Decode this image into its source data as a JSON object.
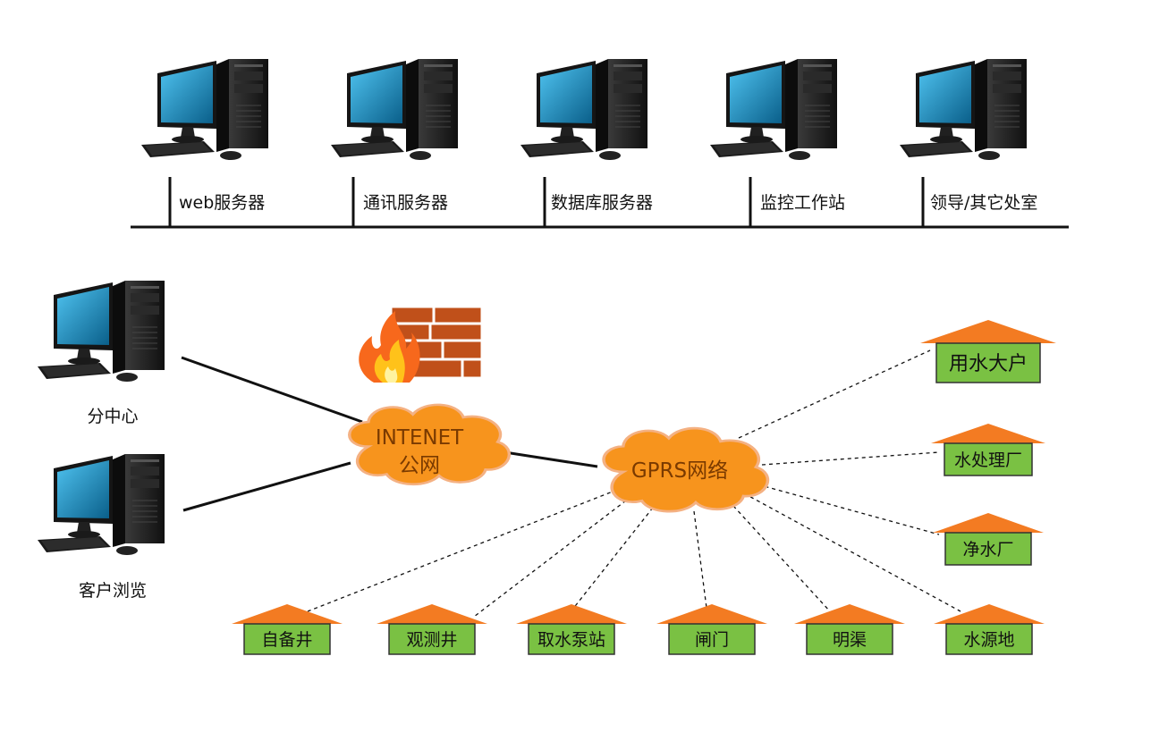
{
  "colors": {
    "cloud_fill": "#f7941d",
    "cloud_stroke": "#f4b183",
    "roof": "#f37b22",
    "box": "#7ac143",
    "firewall": "#c0501a",
    "screen": "#1b8fc4",
    "case": "#1e1e1e"
  },
  "servers": [
    {
      "label": "web服务器"
    },
    {
      "label": "通讯服务器"
    },
    {
      "label": "数据库服务器"
    },
    {
      "label": "监控工作站"
    },
    {
      "label": "领导/其它处室"
    }
  ],
  "clients": [
    {
      "label": "分中心"
    },
    {
      "label": "客户浏览"
    }
  ],
  "internet_cloud": {
    "line1": "INTENET",
    "line2": "公网"
  },
  "gprs_cloud": {
    "label": "GPRS网络"
  },
  "right_nodes": [
    {
      "label": "用水大户"
    },
    {
      "label": "水处理厂"
    },
    {
      "label": "净水厂"
    }
  ],
  "bottom_nodes": [
    {
      "label": "自备井"
    },
    {
      "label": "观测井"
    },
    {
      "label": "取水泵站"
    },
    {
      "label": "闸门"
    },
    {
      "label": "明渠"
    },
    {
      "label": "水源地"
    }
  ],
  "icons": {
    "firewall": "firewall-icon",
    "computer": "computer-icon"
  }
}
